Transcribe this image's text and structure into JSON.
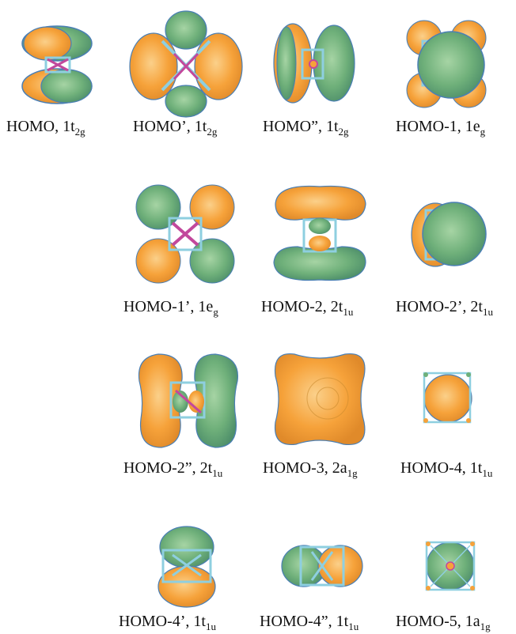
{
  "orbitals": [
    {
      "id": "homo",
      "label": "HOMO, 1t",
      "sub": "2g"
    },
    {
      "id": "homo-prime",
      "label": "HOMO’, 1t",
      "sub": "2g"
    },
    {
      "id": "homo-dprime",
      "label": "HOMO”, 1t",
      "sub": "2g"
    },
    {
      "id": "homo-1",
      "label": "HOMO-1, 1e",
      "sub": "g"
    },
    {
      "id": "homo-1-prime",
      "label": "HOMO-1’, 1e",
      "sub": "g"
    },
    {
      "id": "homo-2",
      "label": "HOMO-2, 2t",
      "sub": "1u"
    },
    {
      "id": "homo-2-prime",
      "label": "HOMO-2’, 2t",
      "sub": "1u"
    },
    {
      "id": "homo-2-dprime",
      "label": "HOMO-2”, 2t",
      "sub": "1u"
    },
    {
      "id": "homo-3",
      "label": "HOMO-3, 2a",
      "sub": "1g"
    },
    {
      "id": "homo-4",
      "label": "HOMO-4, 1t",
      "sub": "1u"
    },
    {
      "id": "homo-4-prime",
      "label": "HOMO-4’, 1t",
      "sub": "1u"
    },
    {
      "id": "homo-4-dprime",
      "label": "HOMO-4”, 1t",
      "sub": "1u"
    },
    {
      "id": "homo-5",
      "label": "HOMO-5, 1a",
      "sub": "1g"
    }
  ],
  "colors": {
    "orange": "#f6a23a",
    "green": "#6fb07a",
    "cage": "#8ecfe0",
    "bond": "#c2489c",
    "outline": "#4a7fb5"
  }
}
